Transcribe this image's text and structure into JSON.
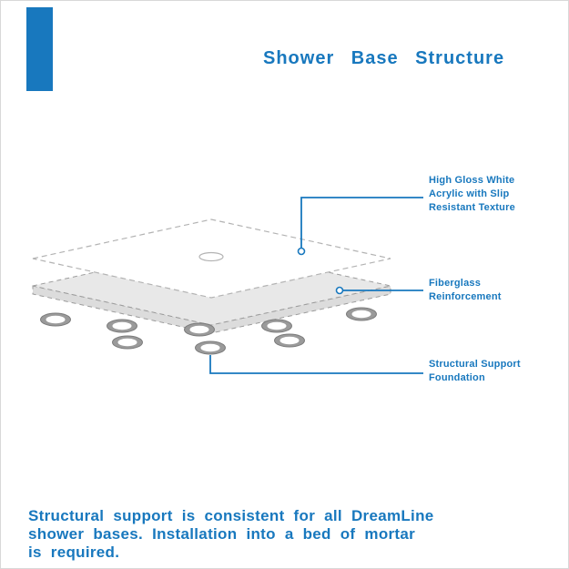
{
  "colors": {
    "brand_blue": "#1878be",
    "layer_gray": "#e8e8e8",
    "line_gray": "#9c9c9c"
  },
  "header": {
    "title": "Shower Base Structure"
  },
  "callouts": {
    "acrylic": {
      "lines": [
        "High Gloss White",
        "Acrylic with Slip",
        "Resistant Texture"
      ]
    },
    "fiberglass": {
      "lines": [
        "Fiberglass",
        "Reinforcement"
      ]
    },
    "support": {
      "lines": [
        "Structural Support",
        "Foundation"
      ]
    }
  },
  "footer": {
    "lines": [
      "Structural support is consistent for all DreamLine",
      "shower bases. Installation into a bed of mortar",
      "is required."
    ]
  }
}
